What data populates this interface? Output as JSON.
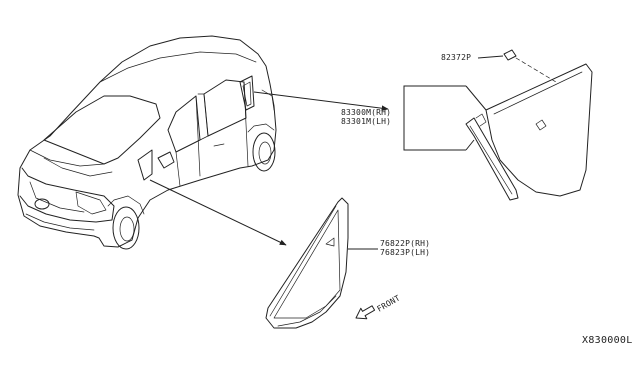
{
  "parts": {
    "clip_number": "82372P",
    "rear_glass_rh": "83300M(RH)",
    "rear_glass_lh": "83301M(LH)",
    "front_glass_rh": "76822P(RH)",
    "front_glass_lh": "76823P(LH)"
  },
  "front_arrow_label": "FRONT",
  "diagram_code": "X830000L"
}
